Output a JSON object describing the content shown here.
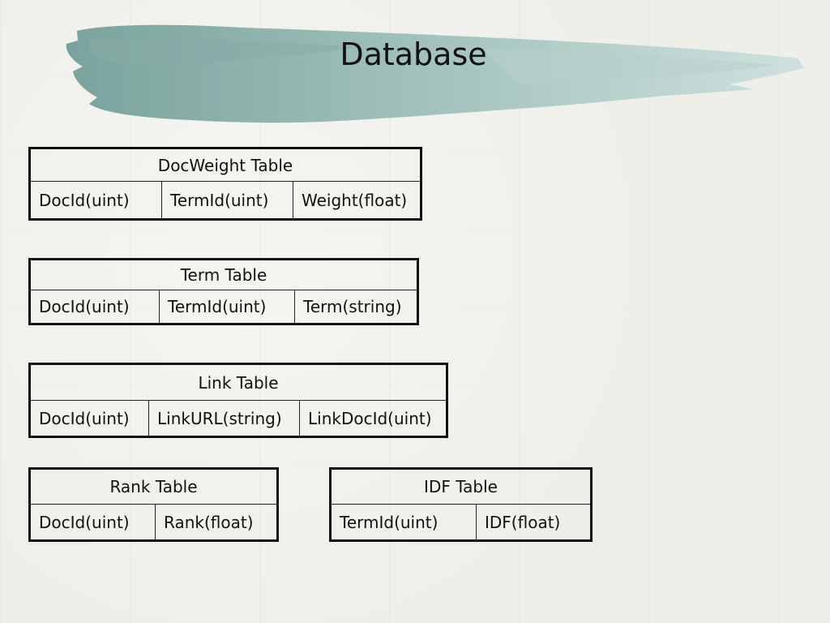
{
  "slide": {
    "title": "Database"
  },
  "tables": {
    "docweight": {
      "title": "DocWeight Table",
      "columns": [
        "DocId(uint)",
        "TermId(uint)",
        "Weight(float)"
      ]
    },
    "term": {
      "title": "Term Table",
      "columns": [
        "DocId(uint)",
        "TermId(uint)",
        "Term(string)"
      ]
    },
    "link": {
      "title": "Link Table",
      "columns": [
        "DocId(uint)",
        "LinkURL(string)",
        "LinkDocId(uint)"
      ]
    },
    "rank": {
      "title": "Rank Table",
      "columns": [
        "DocId(uint)",
        "Rank(float)"
      ]
    },
    "idf": {
      "title": "IDF Table",
      "columns": [
        "TermId(uint)",
        "IDF(float)"
      ]
    }
  },
  "colors": {
    "brush_dark": "#7fa6a0",
    "brush_light": "#c7dcd9",
    "background": "#efefea"
  }
}
